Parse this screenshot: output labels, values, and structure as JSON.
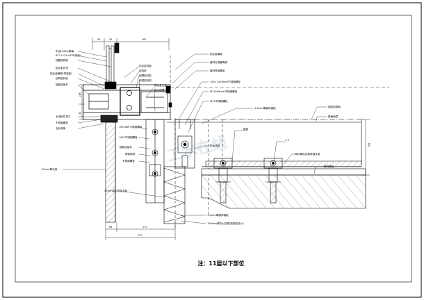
{
  "drawing": {
    "note": "注：11层以下部位",
    "watermark": "工水在线"
  },
  "dimensions": {
    "top_a": "50",
    "top_b": "30",
    "top_c": "181",
    "left_v": "138",
    "left_v2": "30",
    "right_v": "162",
    "bottom_a": "60",
    "bottom_b": "170",
    "bottom_total": "270"
  },
  "labels": {
    "left": [
      "中空LOW-E玻璃",
      "6T7+12A+6T6(钢化)",
      "硅酮结构胶",
      "铝合金压块",
      "铝合金横梁(带连接)",
      "结构密封胶",
      "钢板连接件",
      "水泥砂浆找平",
      "不锈钢螺栓",
      "互补滚条",
      "50mm厚石材"
    ],
    "center": [
      "铝合金扣板",
      "结构胶",
      "硅酮密封胶",
      "耐候密封胶",
      "铝合金立柱",
      "防火岩棉",
      "M12x65不锈钢螺栓",
      "M10不锈钢螺栓",
      "钢板连接件",
      "焊接角码",
      "不锈钢螺栓"
    ],
    "upper_right": [
      "铝合金横梁",
      "镀锌方钢管骨架",
      "镀锌角钢骨架",
      "150L 2x25mm不锈钢螺栓",
      "M12x65mm不锈钢螺栓",
      "M12不锈钢螺栓",
      "1.5mm厚镀锌钢板",
      "防水涂膜"
    ],
    "right": [
      "钢结构楼面",
      "楼面面层",
      "楼板",
      "1:3",
      "M12螺栓连接角钢支座",
      "结构楼板"
    ],
    "bottom": [
      "50mm厚岩棉保温板",
      "1.5mm厚镀锌钢板",
      "100mm厚防火岩棉(按规范设计)"
    ]
  }
}
